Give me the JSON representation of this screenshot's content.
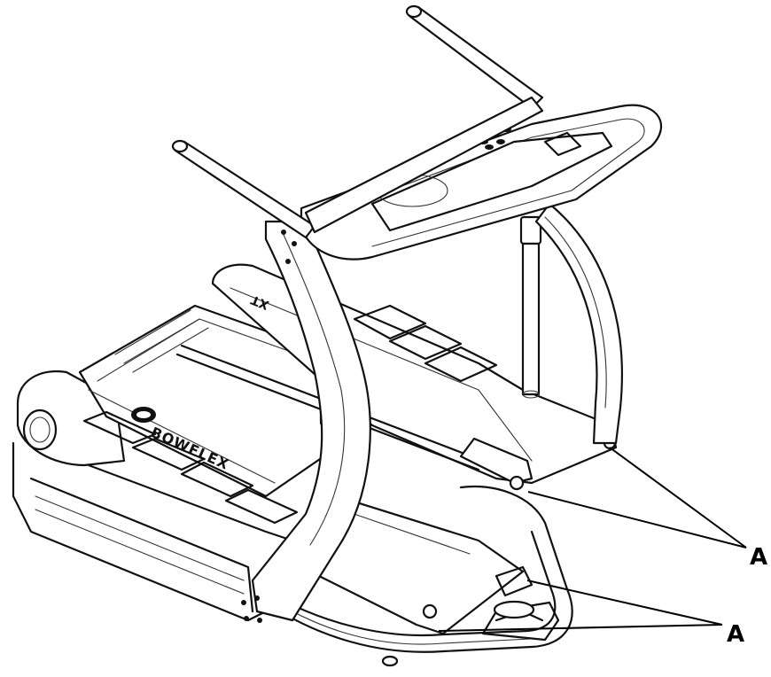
{
  "callouts": {
    "upper_label": "A",
    "lower_label": "A"
  },
  "brand": {
    "deck_logo_text": "BOWFLEX",
    "rear_logo_text": "XT"
  },
  "colors": {
    "line": "#111111",
    "background": "#ffffff"
  }
}
